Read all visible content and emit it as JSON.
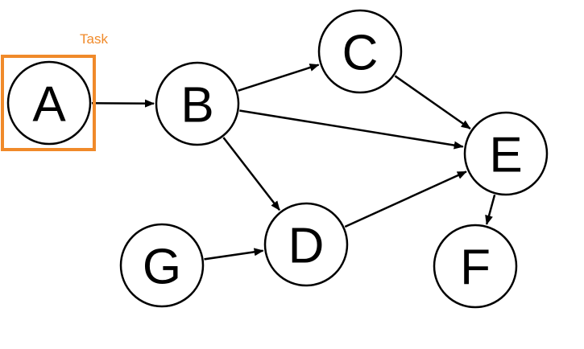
{
  "highlight": {
    "label": "Task",
    "color": "#F08A2A",
    "target": "A"
  },
  "nodes": [
    {
      "id": "A",
      "label": "A"
    },
    {
      "id": "B",
      "label": "B"
    },
    {
      "id": "C",
      "label": "C"
    },
    {
      "id": "D",
      "label": "D"
    },
    {
      "id": "E",
      "label": "E"
    },
    {
      "id": "F",
      "label": "F"
    },
    {
      "id": "G",
      "label": "G"
    }
  ],
  "edges": [
    {
      "from": "A",
      "to": "B"
    },
    {
      "from": "B",
      "to": "C"
    },
    {
      "from": "B",
      "to": "E"
    },
    {
      "from": "B",
      "to": "D"
    },
    {
      "from": "C",
      "to": "E"
    },
    {
      "from": "D",
      "to": "E"
    },
    {
      "from": "G",
      "to": "D"
    },
    {
      "from": "E",
      "to": "F"
    }
  ]
}
